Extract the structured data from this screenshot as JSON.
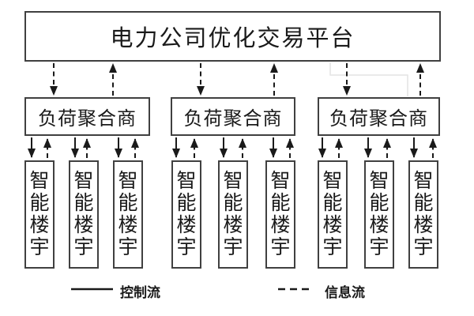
{
  "diagram": {
    "platform": {
      "label": "电力公司优化交易平台"
    },
    "aggregators": [
      {
        "label": "负荷聚合商"
      },
      {
        "label": "负荷聚合商"
      },
      {
        "label": "负荷聚合商"
      }
    ],
    "buildings": [
      {
        "label": "智能楼宇"
      },
      {
        "label": "智能楼宇"
      },
      {
        "label": "智能楼宇"
      },
      {
        "label": "智能楼宇"
      },
      {
        "label": "智能楼宇"
      },
      {
        "label": "智能楼宇"
      },
      {
        "label": "智能楼宇"
      },
      {
        "label": "智能楼宇"
      },
      {
        "label": "智能楼宇"
      }
    ],
    "legend": {
      "control": "控制流",
      "info": "信息流"
    },
    "colors": {
      "line": "#1a1a1a",
      "box_border": "#404040",
      "background": "#ffffff",
      "artifact_gray": "#e4e4e4"
    }
  }
}
